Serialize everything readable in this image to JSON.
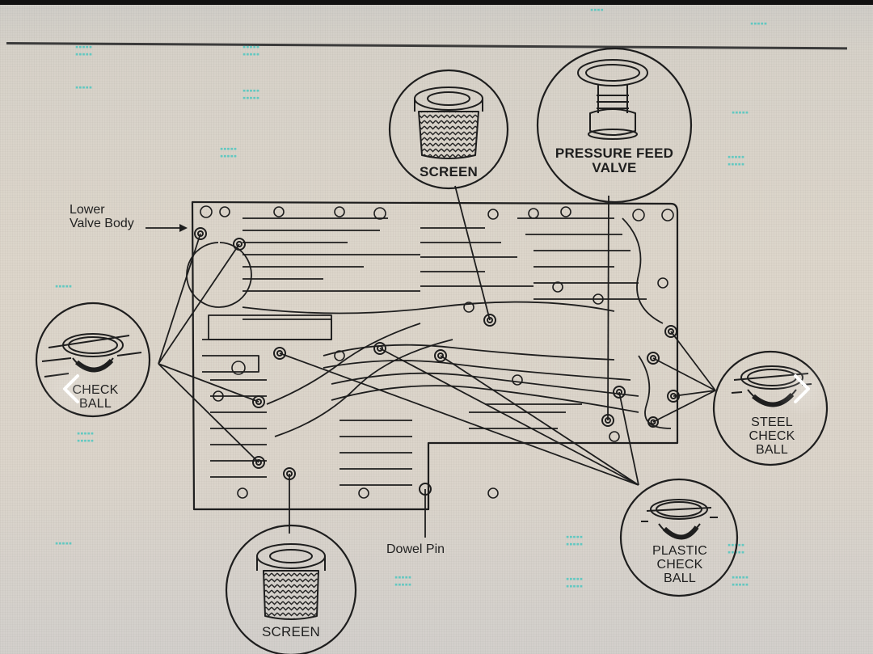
{
  "viewer": {
    "prev_button": "previous-image",
    "next_button": "next-image"
  },
  "diagram": {
    "title_labels": {
      "lower_valve_body": [
        "Lower",
        "Valve Body"
      ],
      "dowel_pin": "Dowel Pin"
    },
    "callouts": {
      "screen_top": "SCREEN",
      "pressure_feed_valve": [
        "PRESSURE FEED",
        "VALVE"
      ],
      "check_ball": [
        "CHECK",
        "BALL"
      ],
      "steel_check_ball": [
        "STEEL",
        "CHECK",
        "BALL"
      ],
      "plastic_check_ball": [
        "PLASTIC",
        "CHECK",
        "BALL"
      ],
      "screen_bottom": "SCREEN"
    },
    "colors": {
      "ink": "#1e1e1e",
      "paper": "#ddd6cb",
      "watermark": "#4fc7c0"
    }
  },
  "icons": {
    "prev": "chevron-left-icon",
    "next": "chevron-right-icon"
  }
}
